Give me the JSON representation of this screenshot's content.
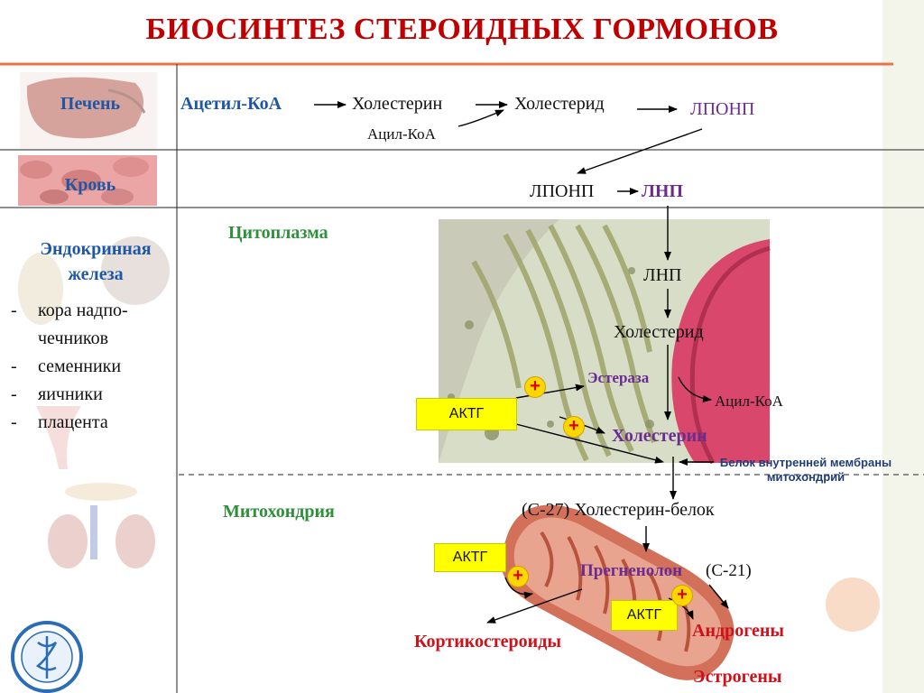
{
  "title": "БИОСИНТЕЗ СТЕРОИДНЫХ ГОРМОНОВ",
  "rows": {
    "liver": "Печень",
    "blood": "Кровь",
    "endocrine": "Эндокринная железа"
  },
  "glands": [
    "кора надпо-",
    "чечников",
    "семенники",
    "яичники",
    "плацента"
  ],
  "glands_dash": "-",
  "compartments": {
    "cytoplasm": "Цитоплазма",
    "mitochondria": "Митохондрия"
  },
  "pathway": {
    "acetyl_coa": "Ацетил-КоА",
    "cholesterol_1": "Холестерин",
    "acyl_coa_1": "Ацил-КоА",
    "cholesteride_1": "Холестерид",
    "lponp_1": "ЛПОНП",
    "lponp_2": "ЛПОНП",
    "lnp_1": "ЛНП",
    "lnp_2": "ЛНП",
    "cholesteride_2": "Холестерид",
    "esterase": "Эстераза",
    "acyl_coa_2": "Ацил-КоА",
    "cholesterol_2": "Холестерин",
    "membrane_protein": "Белок внутренней мембраны митохондрий",
    "chol_protein": "(С-27) Холестерин-белок",
    "pregnenolone": "Прегненолон",
    "c21": "(С-21)",
    "corticosteroids": "Кортикостероиды",
    "androgens": "Андрогены",
    "estrogens": "Эстрогены"
  },
  "aktg_label": "АКТГ",
  "plus_sign": "+",
  "colors": {
    "title": "#c00000",
    "row_label": "#1f57a4",
    "compartment": "#2f8f3a",
    "enzyme": "#6a2c91",
    "product": "#d0101a",
    "aktg": "#ffff00",
    "line_accent": "#e8734a"
  }
}
